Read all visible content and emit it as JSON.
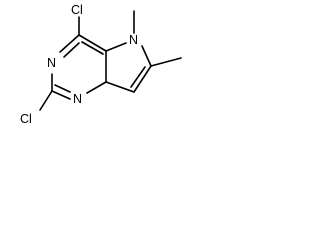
{
  "structure": {
    "atoms": {
      "cl_top": "Cl",
      "n5": "N",
      "n3": "N",
      "n1": "N",
      "cl_left": "Cl"
    }
  }
}
